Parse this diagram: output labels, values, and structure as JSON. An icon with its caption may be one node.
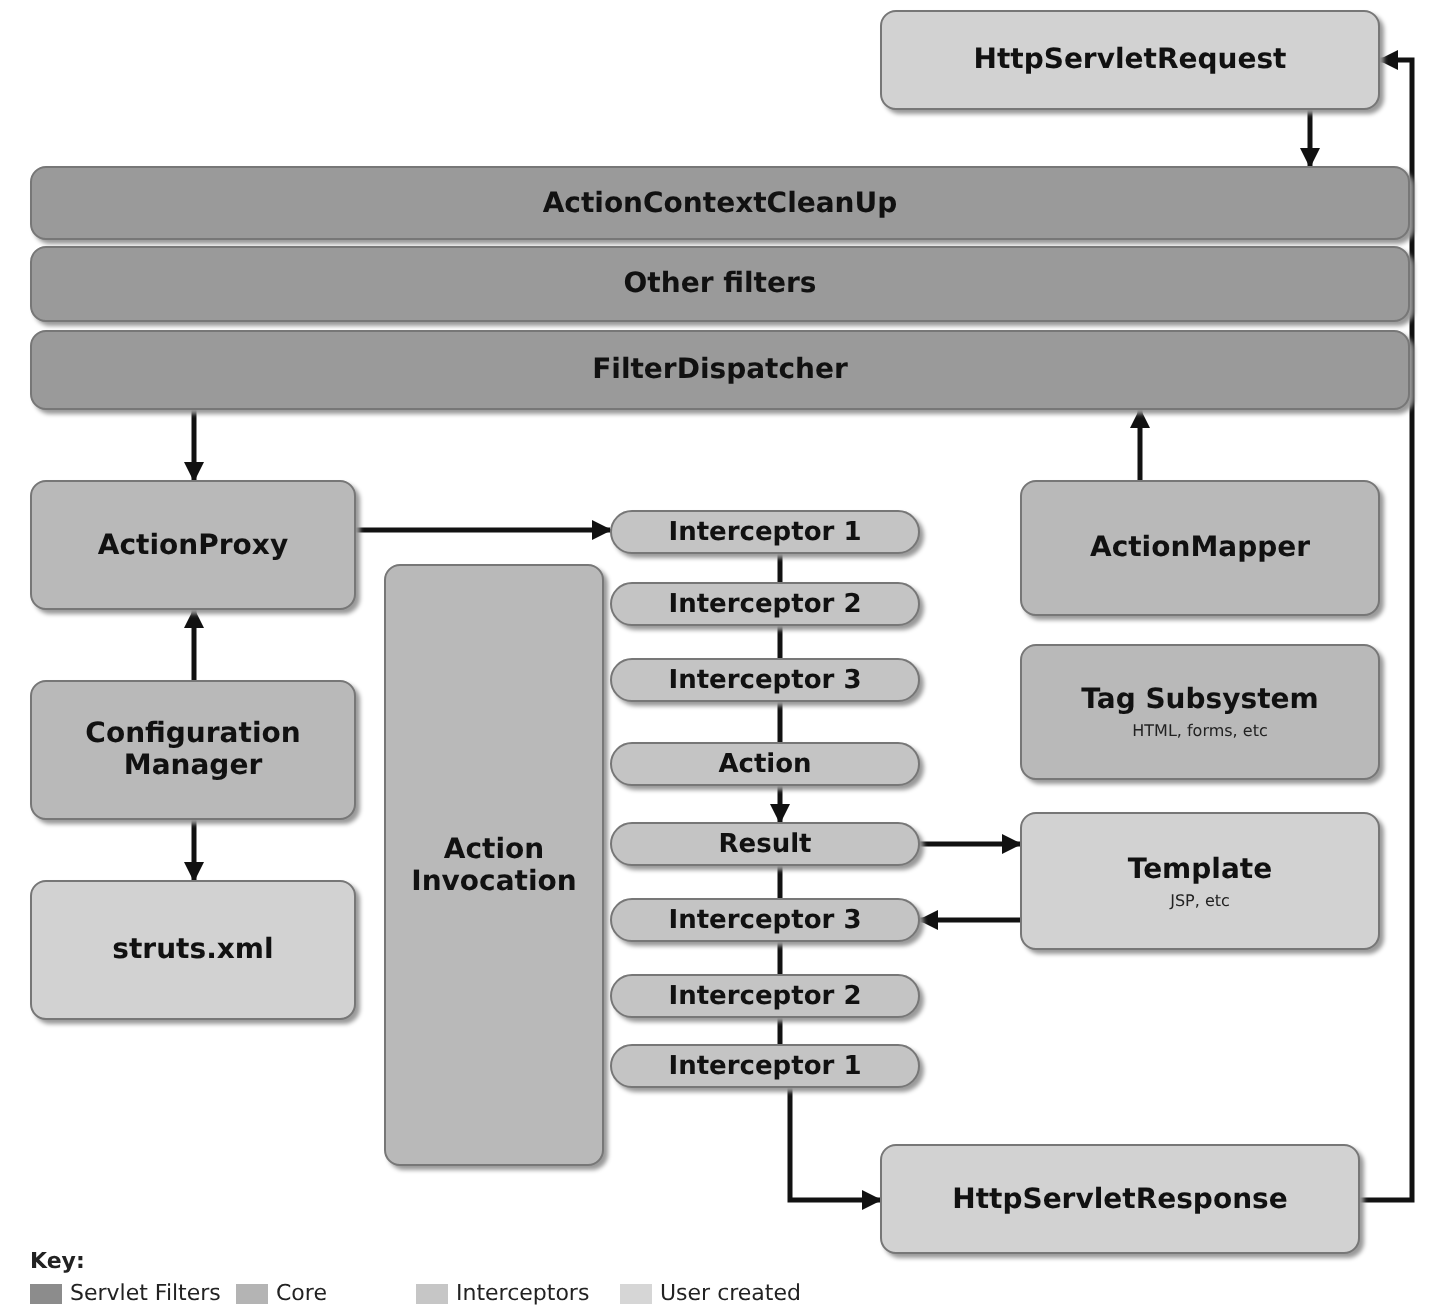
{
  "diagram": {
    "nodes": [
      {
        "text": [
          "HttpServletRequest"
        ]
      },
      {
        "text": [
          "ActionContextCleanUp"
        ]
      },
      {
        "text": [
          "Other filters"
        ]
      },
      {
        "text": [
          "FilterDispatcher"
        ]
      },
      {
        "text": [
          "ActionProxy"
        ]
      },
      {
        "text": [
          "Action Invocation"
        ]
      },
      {
        "text": [
          "Interceptor 1"
        ]
      },
      {
        "text": [
          "Interceptor 2"
        ]
      },
      {
        "text": [
          "Interceptor 3"
        ]
      },
      {
        "text": [
          "Action"
        ]
      },
      {
        "text": [
          "Result"
        ]
      },
      {
        "text": [
          "Interceptor 3"
        ]
      },
      {
        "text": [
          "Interceptor 2"
        ]
      },
      {
        "text": [
          "Interceptor 1"
        ]
      },
      {
        "text": [
          "ActionMapper"
        ]
      },
      {
        "text": [
          "Tag Subsystem",
          "HTML, forms, etc"
        ]
      },
      {
        "text": [
          "Template",
          "JSP, etc"
        ]
      },
      {
        "text": [
          "Configuration Manager"
        ]
      },
      {
        "text": [
          "struts.xml"
        ]
      },
      {
        "text": [
          "HttpServletResponse"
        ]
      }
    ],
    "edges": [
      {
        "from": 3,
        "to": 4,
        "arrow": "to"
      },
      {
        "from": 4,
        "to": 6,
        "arrow": "to"
      },
      {
        "from": 17,
        "to": 4,
        "arrow": "to"
      },
      {
        "from": 17,
        "to": 18,
        "arrow": "to"
      },
      {
        "from": 14,
        "to": 3,
        "arrow": "to"
      },
      {
        "from": 0,
        "to": 1,
        "arrow": "to"
      },
      {
        "from": 6,
        "to": 7,
        "arrow": "none"
      },
      {
        "from": 7,
        "to": 8,
        "arrow": "none"
      },
      {
        "from": 8,
        "to": 9,
        "arrow": "none"
      },
      {
        "from": 9,
        "to": 10,
        "arrow": "to"
      },
      {
        "from": 10,
        "to": 16,
        "arrow": "to"
      },
      {
        "from": 16,
        "to": 11,
        "arrow": "to"
      },
      {
        "from": 10,
        "to": 11,
        "arrow": "none"
      },
      {
        "from": 11,
        "to": 12,
        "arrow": "none"
      },
      {
        "from": 12,
        "to": 13,
        "arrow": "none"
      },
      {
        "from": 13,
        "to": 19,
        "arrow": "to"
      },
      {
        "from": 19,
        "to": 0,
        "arrow": "to"
      }
    ],
    "labels": [
      "Key:"
    ],
    "legend": [
      {
        "text": "Servlet Filters",
        "color": "#8c8c8c"
      },
      {
        "text": "Core",
        "color": "#b4b4b4"
      },
      {
        "text": "Interceptors",
        "color": "#c6c6c6"
      },
      {
        "text": "User created",
        "color": "#d6d6d6"
      }
    ]
  }
}
